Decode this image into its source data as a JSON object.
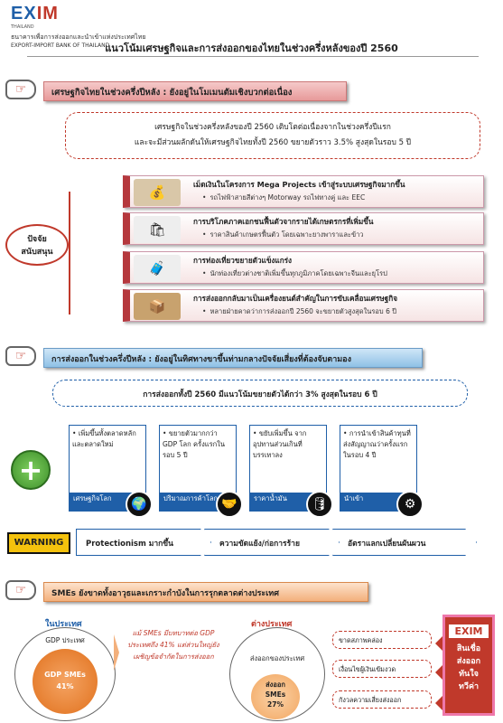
{
  "logo": {
    "mark_a": "EX",
    "mark_b": "IM",
    "sub": "THAILAND",
    "name_th": "ธนาคารเพื่อการส่งออกและนำเข้าแห่งประเทศไทย",
    "name_en": "EXPORT-IMPORT BANK OF THAILAND"
  },
  "title": "แนวโน้มเศรษฐกิจและการส่งออกของไทยในช่วงครึ่งหลังของปี 2560",
  "section1": {
    "heading": "เศรษฐกิจไทยในช่วงครึ่งปีหลัง : ยังอยู่ในโมเมนตัมเชิงบวกต่อเนื่อง",
    "summary_line1": "เศรษฐกิจในช่วงครึ่งหลังของปี 2560 เติบโตต่อเนื่องจากในช่วงครึ่งปีแรก",
    "summary_line2": "และจะมีส่วนผลักดันให้เศรษฐกิจไทยทั้งปี 2560 ขยายตัวราว 3.5% สูงสุดในรอบ 5 ปี",
    "factor_label_1": "ปัจจัย",
    "factor_label_2": "สนับสนุน",
    "factors": [
      {
        "icon": "💰",
        "heading": "เม็ดเงินในโครงการ Mega Projects เข้าสู่ระบบเศรษฐกิจมากขึ้น",
        "detail": "รถไฟฟ้าสายสีต่างๆ Motorway รถไฟทางคู่ และ EEC"
      },
      {
        "icon": "🛍",
        "heading": "การบริโภคภาคเอกชนฟื้นตัวจากรายได้เกษตรกรที่เพิ่มขึ้น",
        "detail": "ราคาสินค้าเกษตรฟื้นตัว โดยเฉพาะยางพาราและข้าว"
      },
      {
        "icon": "🧳",
        "heading": "การท่องเที่ยวขยายตัวแข็งแกร่ง",
        "detail": "นักท่องเที่ยวต่างชาติเพิ่มขึ้นทุกภูมิภาคโดยเฉพาะจีนและยุโรป"
      },
      {
        "icon": "📦",
        "heading": "การส่งออกกลับมาเป็นเครื่องยนต์สำคัญในการขับเคลื่อนเศรษฐกิจ",
        "detail": "หลายฝ่ายคาดว่าการส่งออกปี 2560 จะขยายตัวสูงสุดในรอบ 6 ปี"
      }
    ]
  },
  "section2": {
    "heading": "การส่งออกในช่วงครึ่งปีหลัง : ยังอยู่ในทิศทางขาขึ้นท่ามกลางปัจจัยเสี่ยงที่ต้องจับตามอง",
    "summary": "การส่งออกทั้งปี 2560 มีแนวโน้มขยายตัวได้กว่า 3% สูงสุดในรอบ 6 ปี",
    "plus": "+",
    "cards": [
      {
        "text": "เพิ่มขึ้นทั้งตลาดหลักและตลาดใหม่",
        "footer": "เศรษฐกิจโลก",
        "icon": "🌍"
      },
      {
        "text": "ขยายตัวมากกว่า GDP โลก ครั้งแรกในรอบ 5 ปี",
        "footer": "ปริมาณการค้าโลก",
        "icon": "🤝"
      },
      {
        "text": "ขยับเพิ่มขึ้น จากอุปทานส่วนเกินที่บรรเทาลง",
        "footer": "ราคาน้ำมัน",
        "icon": "🛢"
      },
      {
        "text": "การนำเข้าสินค้าทุนที่ส่งสัญญาณว่าครั้งแรกในรอบ 4 ปี",
        "footer": "นำเข้า",
        "icon": "⚙"
      }
    ],
    "warning": "WARNING",
    "risks": [
      "Protectionism มากขึ้น",
      "ความขัดแย้ง/ก่อการร้าย",
      "อัตราแลกเปลี่ยนผันผวน"
    ]
  },
  "section3": {
    "heading": "SMEs ยังขาดทั้งอาวุธและเกราะกำบังในการรุกตลาดต่างประเทศ",
    "domestic_label": "ในประเทศ",
    "domestic_outer": "GDP ประเทศ",
    "domestic_inner_1": "GDP SMEs",
    "domestic_inner_2": "41%",
    "note": "แม้ SMEs มีบทบาทต่อ GDP ประเทศถึง 41% แต่ส่วนใหญ่ยังเผชิญข้อจำกัดในการส่งออก",
    "foreign_label": "ต่างประเทศ",
    "foreign_outer": "ส่งออกของประเทศ",
    "foreign_inner_1": "ส่งออก",
    "foreign_inner_2": "SMEs",
    "foreign_inner_3": "27%",
    "constraints": [
      "ขาดสภาพคล่อง",
      "เงื่อนไขผู้เงินเข้มงวด",
      "กังวลความเสี่ยงส่งออก"
    ],
    "exim_logo": "EXIM",
    "exim_text_1": "สินเชื่อ",
    "exim_text_2": "ส่งออก",
    "exim_text_3": "ทันใจ",
    "exim_text_4": "ทวีค่า"
  },
  "colors": {
    "red": "#c0392b",
    "blue": "#1f5fa8",
    "orange": "#e0701c"
  }
}
